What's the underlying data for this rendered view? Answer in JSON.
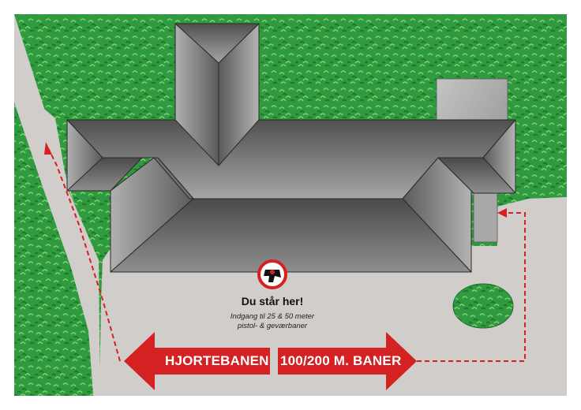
{
  "map": {
    "you_are_here": "Du står her!",
    "entrance_line1": "Indgang til 25 & 50 meter",
    "entrance_line2": "pistol- & geværbaner",
    "left_arrow_label": "HJORTEBANEN",
    "right_arrow_label": "100/200 M. BANER",
    "colors": {
      "grass": "#2f9a3f",
      "ground": "#d1cdcb",
      "roof_dark": "#5f5f5f",
      "roof_light": "#9c9c9c",
      "arrow_red": "#d42121",
      "path_red": "#d42121"
    },
    "icons": [
      "club-logo-icon",
      "left-arrow-icon",
      "right-arrow-icon"
    ]
  }
}
